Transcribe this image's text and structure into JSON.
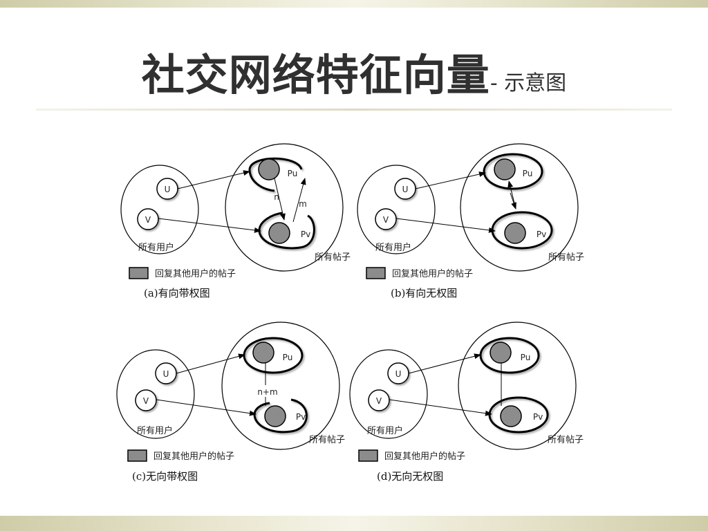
{
  "title": {
    "main": "社交网络特征向量",
    "sub": "- 示意图"
  },
  "labels": {
    "user_u": "U",
    "user_v": "V",
    "post_u": "Pu",
    "post_v": "Pv",
    "all_users": "所有用户",
    "all_posts": "所有帖子",
    "legend": "回复其他用户的帖子",
    "weight_n": "n",
    "weight_m": "m",
    "weight_nm": "n+m"
  },
  "diagrams": [
    {
      "caption": "(a)有向带权图"
    },
    {
      "caption": "(b)有向无权图"
    },
    {
      "caption": "(c)无向带权图"
    },
    {
      "caption": "(d)无向无权图"
    }
  ],
  "colors": {
    "post_fill": "#8c8c8c",
    "stroke": "#000000",
    "title": "#303030"
  }
}
